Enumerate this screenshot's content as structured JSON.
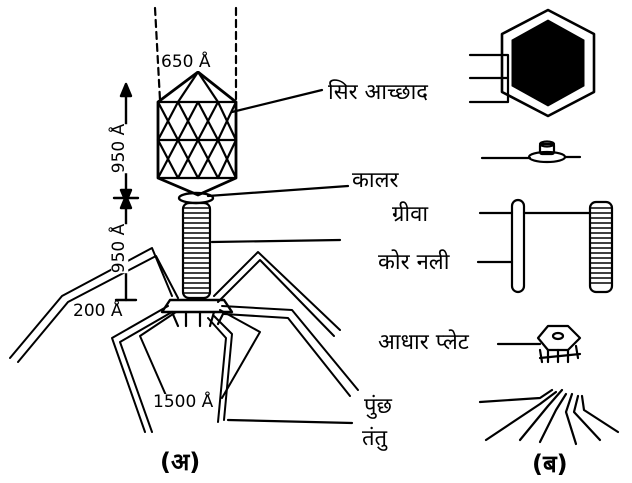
{
  "dimensions": {
    "head_width": "650 Å",
    "head_length": "950 Å",
    "tail_length": "950 Å",
    "plate_height": "200 Å",
    "fiber_length": "1500 Å"
  },
  "labels": {
    "head_coat": "सिर आच्छाद",
    "collar": "कालर",
    "neck": "ग्रीवा",
    "core_tube": "कोर नली",
    "base_plate": "आधार प्लेट",
    "tail_fiber_line1": "पुंछ",
    "tail_fiber_line2": "तंतु"
  },
  "captions": {
    "left": "(अ)",
    "right": "(ब)"
  }
}
